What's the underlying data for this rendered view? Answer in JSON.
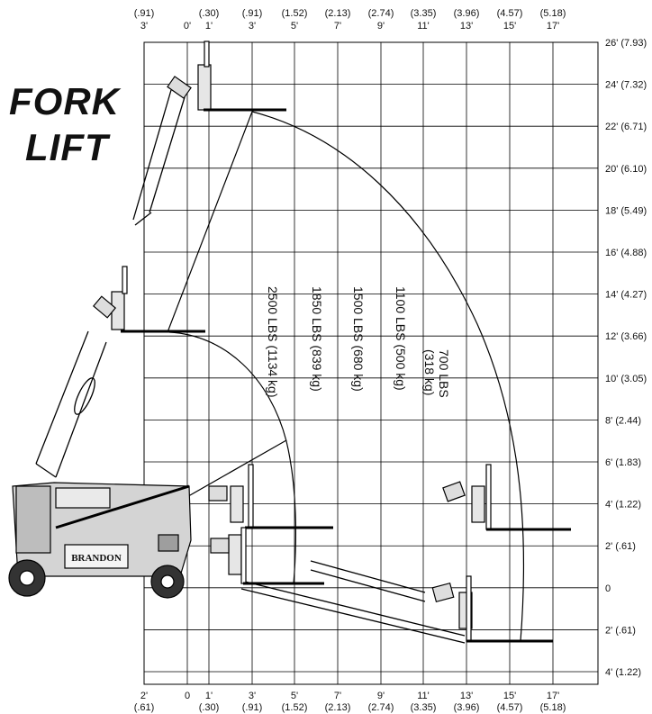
{
  "title": {
    "line1": "FORK",
    "line2": "LIFT"
  },
  "x_axis": {
    "top_metric": [
      "(.91)",
      "",
      "(.30)",
      "(.91)",
      "(1.52)",
      "(2.13)",
      "(2.74)",
      "(3.35)",
      "(3.96)",
      "(4.57)",
      "(5.18)"
    ],
    "top_feet": [
      "3'",
      "0'",
      "1'",
      "3'",
      "5'",
      "7'",
      "9'",
      "11'",
      "13'",
      "15'",
      "17'"
    ],
    "bottom_feet": [
      "2'",
      "0",
      "1'",
      "3'",
      "5'",
      "7'",
      "9'",
      "11'",
      "13'",
      "15'",
      "17'"
    ],
    "bottom_metric": [
      "(.61)",
      "",
      "(.30)",
      "(.91)",
      "(1.52)",
      "(2.13)",
      "(2.74)",
      "(3.35)",
      "(3.96)",
      "(4.57)",
      "(5.18)"
    ]
  },
  "y_axis": {
    "labels": [
      "26' (7.93)",
      "24' (7.32)",
      "22' (6.71)",
      "20' (6.10)",
      "18' (5.49)",
      "16' (4.88)",
      "14' (4.27)",
      "12' (3.66)",
      "10' (3.05)",
      "8' (2.44)",
      "6' (1.83)",
      "4' (1.22)",
      "2' (.61)",
      "0",
      "2' (.61)",
      "4' (1.22)"
    ]
  },
  "capacity_zones": [
    {
      "label": "2500 LBS (1134 kg)"
    },
    {
      "label": "1850 LBS (839 kg)"
    },
    {
      "label": "1500 LBS (680 kg)"
    },
    {
      "label": "1100 LBS (500 kg)"
    },
    {
      "label": "700 LBS",
      "label2": "(318 kg)"
    }
  ],
  "machine": {
    "brand": "BRANDON"
  },
  "colors": {
    "line": "#000000",
    "grid": "#000000",
    "text": "#111111"
  }
}
